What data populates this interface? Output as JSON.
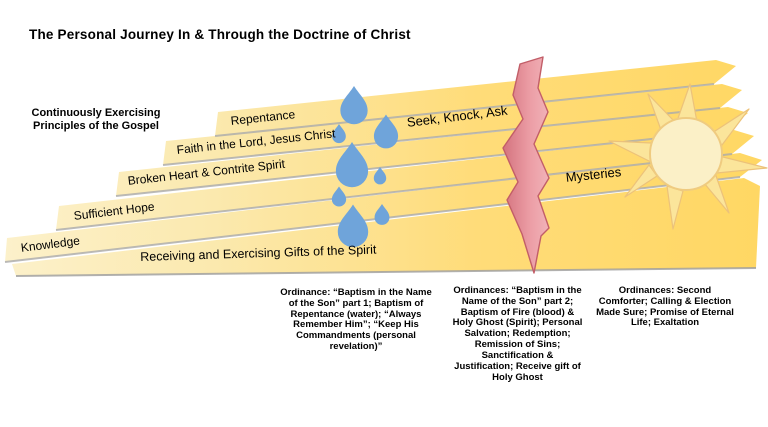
{
  "title": "The Personal Journey In & Through the Doctrine of Christ",
  "left_note": "Continuously Exercising Principles of the Gospel",
  "beams": {
    "repentance": "Repentance",
    "faith": "Faith in the Lord, Jesus Christ",
    "broken_heart": "Broken Heart & Contrite Spirit",
    "sufficient_hope": "Sufficient Hope",
    "knowledge": "Knowledge",
    "receiving": "Receiving and Exercising Gifts of the Spirit"
  },
  "annotations": {
    "seek": "Seek, Knock, Ask",
    "mysteries": "Mysteries"
  },
  "captions": {
    "first": "Ordinance:  “Baptism in the Name of the Son” part 1; Baptism of Repentance (water); “Always Remember Him”; “Keep His Commandments (personal revelation)”",
    "second": "Ordinances: “Baptism in the Name of the Son” part 2; Baptism of Fire (blood) & Holy Ghost (Spirit); Personal Salvation; Redemption; Remission of Sins; Sanctification & Justification; Receive gift of Holy Ghost",
    "third": "Ordinances: Second Comforter; Calling & Election Made Sure; Promise of Eternal Life; Exaltation"
  },
  "icons": {
    "drops": "water-drops",
    "bolt": "lightning-crack",
    "sun": "sun-with-rays"
  },
  "colors": {
    "beam_light": "#FCF0C8",
    "beam_gold": "#FFD763",
    "separator": "#ABABAB",
    "drop_blue": "#6FA4DA",
    "bolt_dark": "#D4737E",
    "bolt_light": "#F2B7BD",
    "bolt_stroke": "#C25E68",
    "sun_fill": "#FBF0C7",
    "sun_ray": "#FBE59B",
    "text": "#000000"
  }
}
